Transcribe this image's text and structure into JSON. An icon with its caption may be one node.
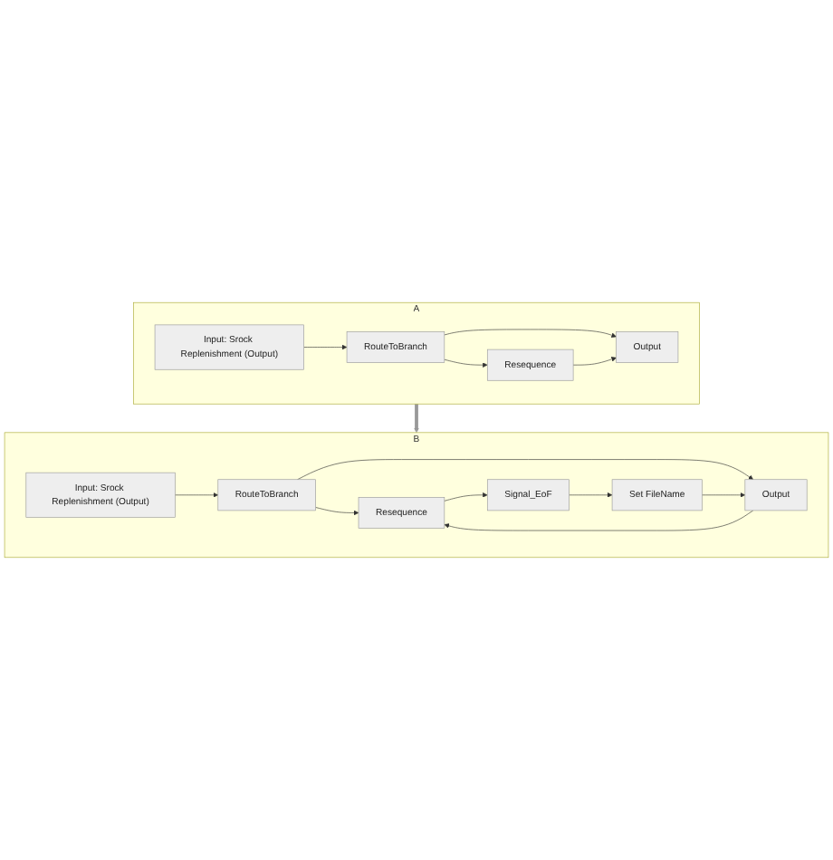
{
  "diagram": {
    "nodes": [
      {
        "text": [
          "A"
        ]
      },
      {
        "text": [
          "Input: Srock Replenishment (Output)"
        ],
        "in": 0
      },
      {
        "text": [
          "RouteToBranch"
        ],
        "in": 0
      },
      {
        "text": [
          "Resequence"
        ],
        "in": 0
      },
      {
        "text": [
          "Output"
        ],
        "in": 0
      },
      {
        "text": [
          "B"
        ]
      },
      {
        "text": [
          "Input: Srock Replenishment (Output)"
        ],
        "in": 5
      },
      {
        "text": [
          "RouteToBranch"
        ],
        "in": 5
      },
      {
        "text": [
          "Resequence"
        ],
        "in": 5
      },
      {
        "text": [
          "Output"
        ],
        "in": 5
      },
      {
        "text": [
          "Signal_EoF"
        ],
        "in": 5
      },
      {
        "text": [
          "Set FileName"
        ],
        "in": 5
      }
    ],
    "edges": [
      {
        "from": 1,
        "to": 2,
        "arrow": "to"
      },
      {
        "from": 2,
        "to": 3,
        "arrow": "to"
      },
      {
        "from": 2,
        "to": 4,
        "arrow": "to"
      },
      {
        "from": 3,
        "to": 4,
        "arrow": "to"
      },
      {
        "from": 0,
        "to": 5,
        "arrow": "to",
        "style": "thick",
        "color": "#999999"
      },
      {
        "from": 6,
        "to": 7,
        "arrow": "to"
      },
      {
        "from": 7,
        "to": 8,
        "arrow": "to"
      },
      {
        "from": 7,
        "to": 9,
        "arrow": "to"
      },
      {
        "from": 9,
        "to": 8,
        "arrow": "to"
      },
      {
        "from": 8,
        "to": 10,
        "arrow": "to"
      },
      {
        "from": 10,
        "to": 11,
        "arrow": "to"
      },
      {
        "from": 11,
        "to": 9,
        "arrow": "to"
      }
    ]
  }
}
